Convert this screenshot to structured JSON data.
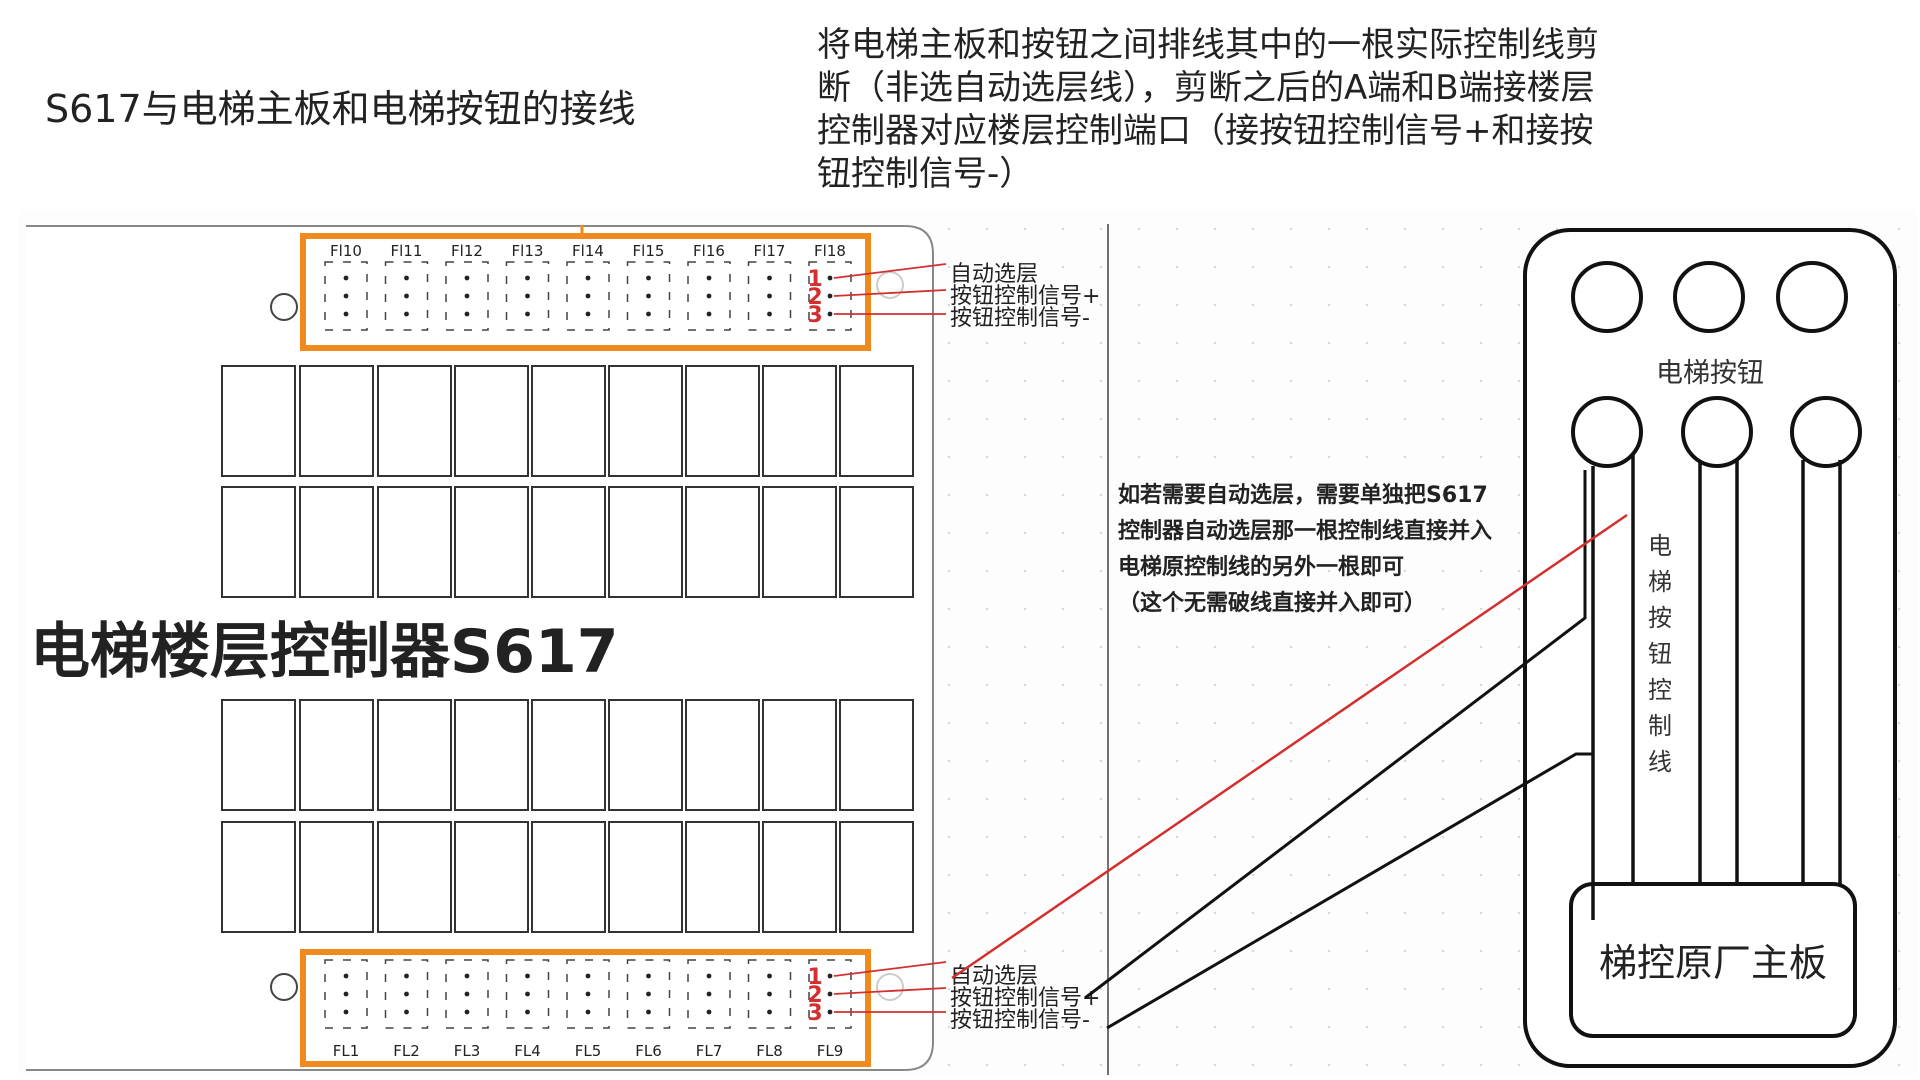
{
  "title": "S617与电梯主板和电梯按钮的接线",
  "description": "将电梯主板和按钮之间排线其中的一根实际控制线剪断（非选自动选层线），剪断之后的A端和B端接楼层控制器对应楼层控制端口（接按钮控制信号+和接按钮控制信号-）",
  "board_label": "电梯楼层控制器S617",
  "top_connectors": [
    "Fl10",
    "Fl11",
    "Fl12",
    "Fl13",
    "Fl14",
    "Fl15",
    "Fl16",
    "Fl17",
    "Fl18"
  ],
  "bottom_connectors": [
    "FL1",
    "FL2",
    "FL3",
    "FL4",
    "FL5",
    "FL6",
    "FL7",
    "FL8",
    "FL9"
  ],
  "pin_numbers": [
    "1",
    "2",
    "3"
  ],
  "pin_labels": [
    "自动选层",
    "按钮控制信号+",
    "按钮控制信号-"
  ],
  "note_lines": [
    "如若需要自动选层，需要单独把S617",
    "控制器自动选层那一根控制线直接并入",
    "电梯原控制线的另外一根即可",
    "（这个无需破线直接并入即可）"
  ],
  "elevator_button_label": "电梯按钮",
  "control_line_label": [
    "电",
    "梯",
    "按",
    "钮",
    "控",
    "制",
    "线"
  ],
  "mainboard_label": "梯控原厂主板",
  "colors": {
    "orange": "#f08a1c",
    "red": "#d32f2f",
    "black": "#111111"
  }
}
